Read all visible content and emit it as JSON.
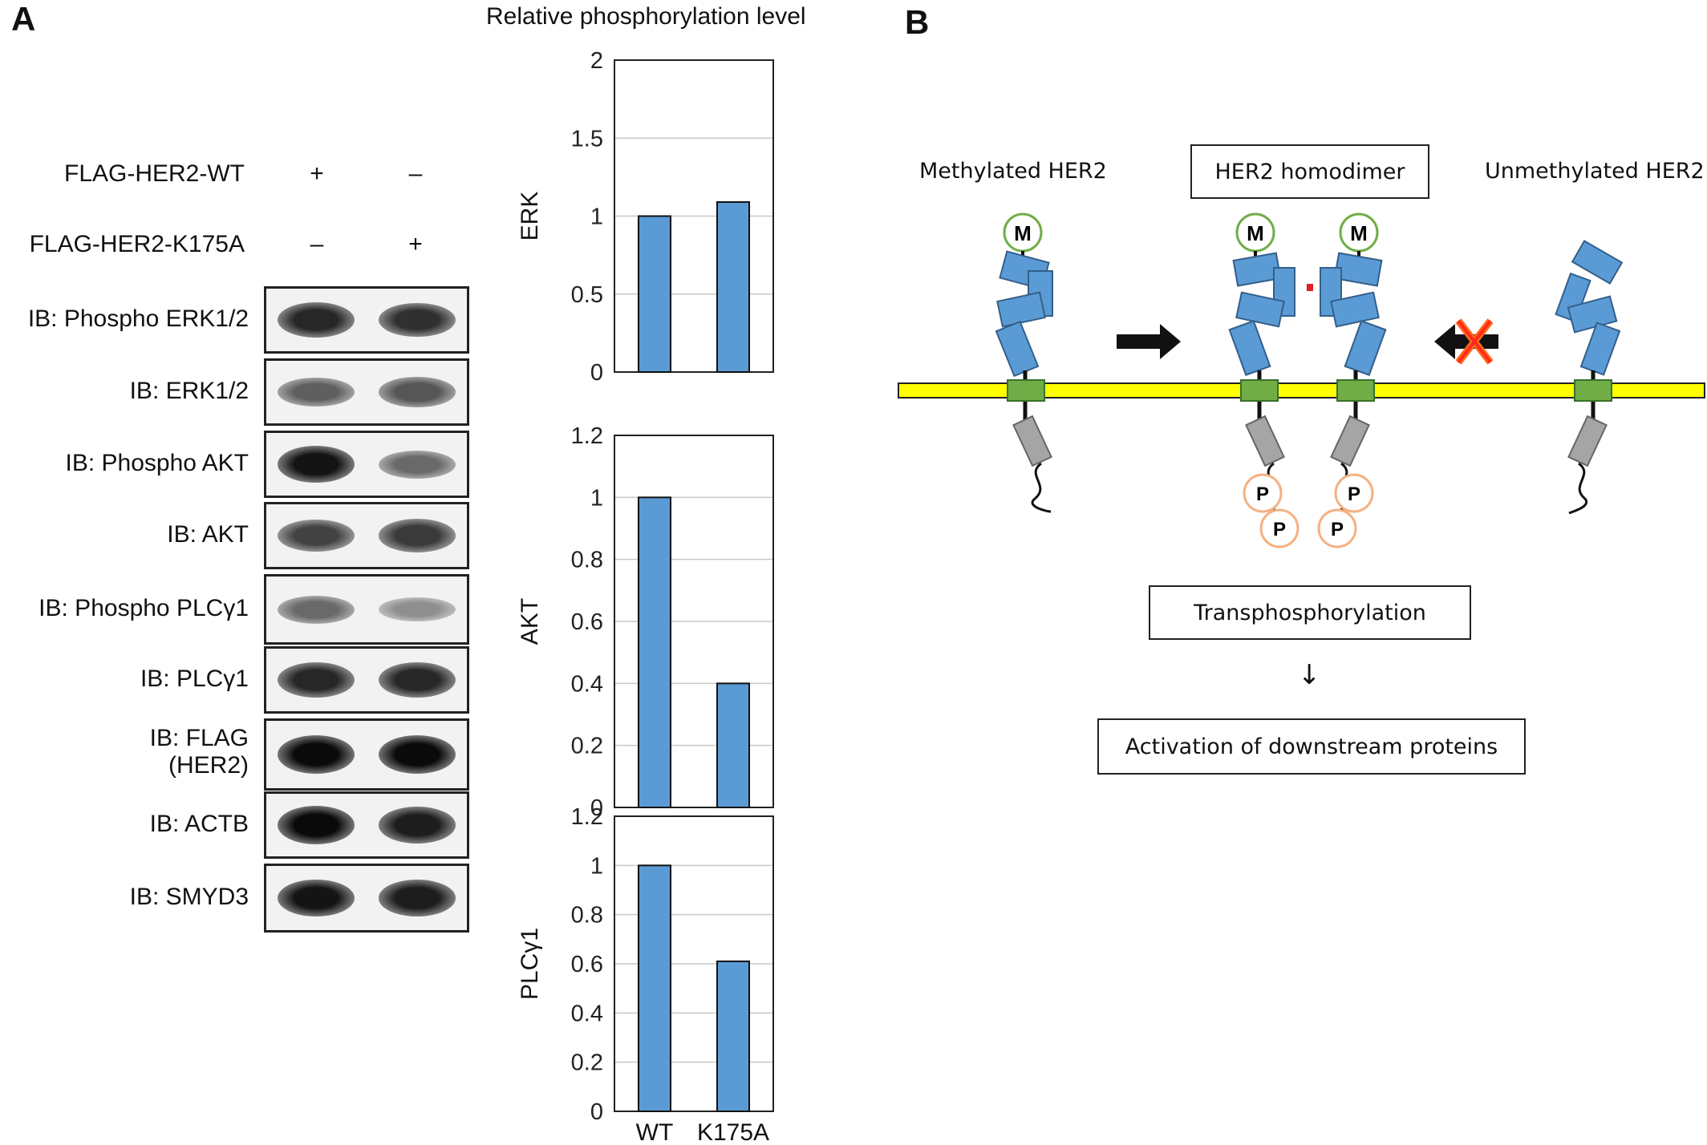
{
  "panel_a": {
    "letter": "A",
    "conditions": [
      {
        "label": "FLAG-HER2-WT",
        "lane1": "+",
        "lane2": "–"
      },
      {
        "label": "FLAG-HER2-K175A",
        "lane1": "–",
        "lane2": "+"
      }
    ],
    "blots": [
      {
        "label": "IB: Phospho ERK1/2",
        "lane1_intensity": 0.85,
        "lane2_intensity": 0.8
      },
      {
        "label": "IB: ERK1/2",
        "lane1_intensity": 0.55,
        "lane2_intensity": 0.6
      },
      {
        "label": "IB: Phospho AKT",
        "lane1_intensity": 0.95,
        "lane2_intensity": 0.5
      },
      {
        "label": "IB: AKT",
        "lane1_intensity": 0.7,
        "lane2_intensity": 0.75
      },
      {
        "label": "IB: Phospho PLCγ1",
        "lane1_intensity": 0.5,
        "lane2_intensity": 0.3
      },
      {
        "label": "IB: PLCγ1",
        "lane1_intensity": 0.85,
        "lane2_intensity": 0.85
      },
      {
        "label": "IB: FLAG",
        "label2": "(HER2)",
        "lane1_intensity": 1.0,
        "lane2_intensity": 1.0
      },
      {
        "label": "IB: ACTB",
        "lane1_intensity": 1.0,
        "lane2_intensity": 0.9
      },
      {
        "label": "IB: SMYD3",
        "lane1_intensity": 0.95,
        "lane2_intensity": 0.9
      }
    ]
  },
  "chart_data": [
    {
      "type": "bar",
      "title": "Relative phosphorylation level",
      "ylabel": "ERK",
      "categories": [
        "WT",
        "K175A"
      ],
      "values": [
        1.0,
        1.09
      ],
      "ylim": [
        0,
        2
      ],
      "ticks": [
        "0",
        "0.5",
        "1",
        "1.5",
        "2"
      ],
      "tick_values": [
        0,
        0.5,
        1,
        1.5,
        2
      ],
      "grid": true,
      "bar_color": "#5b9bd5"
    },
    {
      "type": "bar",
      "ylabel": "AKT",
      "categories": [
        "WT",
        "K175A"
      ],
      "values": [
        1.0,
        0.4
      ],
      "ylim": [
        0,
        1.2
      ],
      "ticks": [
        "0",
        "0.2",
        "0.4",
        "0.6",
        "0.8",
        "1",
        "1.2"
      ],
      "tick_values": [
        0,
        0.2,
        0.4,
        0.6,
        0.8,
        1,
        1.2
      ],
      "grid": true,
      "bar_color": "#5b9bd5"
    },
    {
      "type": "bar",
      "ylabel": "PLCγ1",
      "categories": [
        "WT",
        "K175A"
      ],
      "values": [
        1.0,
        0.61
      ],
      "ylim": [
        0,
        1.2
      ],
      "ticks": [
        "0",
        "0.2",
        "0.4",
        "0.6",
        "0.8",
        "1",
        "1.2"
      ],
      "tick_values": [
        0,
        0.2,
        0.4,
        0.6,
        0.8,
        1,
        1.2
      ],
      "grid": true,
      "bar_color": "#5b9bd5",
      "xlabels": [
        "WT",
        "K175A"
      ]
    }
  ],
  "panel_b": {
    "letter": "B",
    "methylated_label": "Methylated HER2",
    "homodimer_label": "HER2 homodimer",
    "unmethylated_label": "Unmethylated HER2",
    "methyl_mark": "M",
    "phospho_mark": "P",
    "transphosphorylation": "Transphosphorylation",
    "down_arrow": "↓",
    "activation": "Activation of downstream proteins",
    "colors": {
      "membrane": "#ffff00",
      "domain": "#5b9bd5",
      "transmembrane": "#70ad47",
      "kinase": "#a5a5a5",
      "methyl_circle": "#70ad47",
      "phospho_circle": "#f4b183",
      "cross": "#ff3300"
    }
  }
}
